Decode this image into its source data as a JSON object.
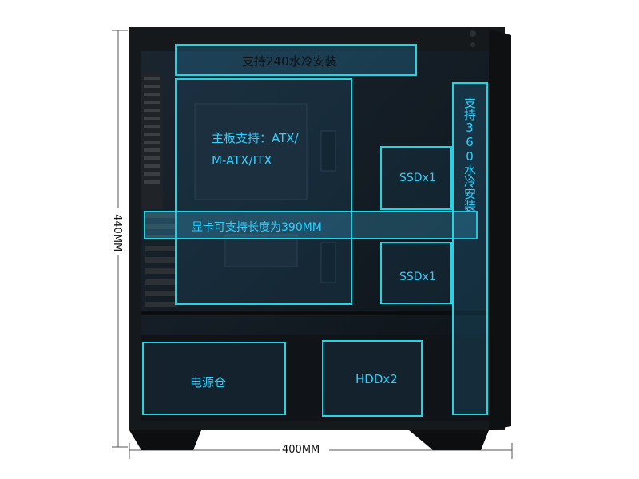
{
  "dimensions": {
    "height_label": "440MM",
    "width_label": "400MM"
  },
  "zones": {
    "radiator_top": "支持240水冷安装",
    "motherboard_line1": "主板支持：ATX/",
    "motherboard_line2": "M-ATX/ITX",
    "gpu": "显卡可支持长度为390MM",
    "ssd_upper": "SSDx1",
    "ssd_lower": "SSDx1",
    "radiator_front": "支持360水冷安装",
    "psu": "电源仓",
    "hdd": "HDDx2"
  },
  "colors": {
    "zone_border": "#1fd7e4",
    "zone_text": "#2fd0ff",
    "case_body": "#111417"
  }
}
